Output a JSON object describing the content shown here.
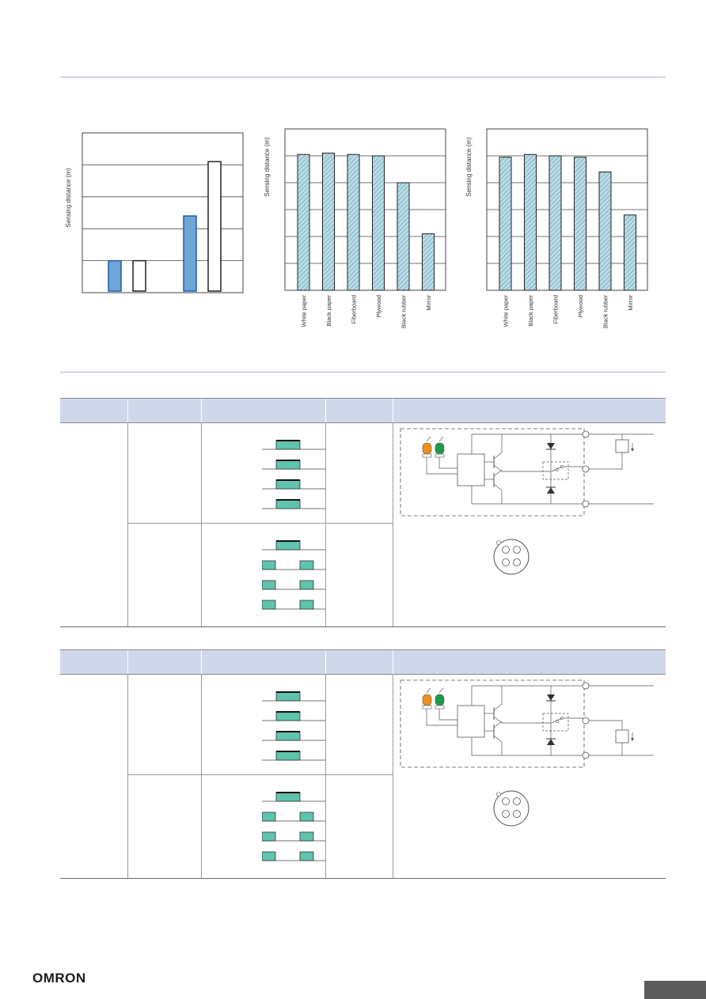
{
  "footer": {
    "brand": "OMRON"
  },
  "chart_data": [
    {
      "type": "bar",
      "ylabel": "Sensing distance (m)",
      "ylim": [
        0,
        5
      ],
      "grid": true,
      "y_gridlines": 5,
      "categories": [
        "",
        "",
        "",
        ""
      ],
      "values": [
        1.0,
        1.0,
        2.4,
        4.1
      ],
      "bar_styles": [
        "blue",
        "white",
        "blue",
        "white"
      ]
    },
    {
      "type": "bar",
      "ylabel": "Sensing distance (m)",
      "ylim": [
        0,
        6
      ],
      "grid": true,
      "y_gridlines": 6,
      "categories": [
        "White paper",
        "Black paper",
        "Fiberboard",
        "Plywood",
        "Black rubber",
        "Mirror"
      ],
      "values": [
        5.05,
        5.1,
        5.05,
        5.0,
        4.0,
        2.1
      ]
    },
    {
      "type": "bar",
      "ylabel": "Sensing distance (m)",
      "ylim": [
        0,
        6
      ],
      "grid": true,
      "y_gridlines": 6,
      "categories": [
        "White paper",
        "Black paper",
        "Fiberboard",
        "Plywood",
        "Black rubber",
        "Mirror"
      ],
      "values": [
        4.95,
        5.05,
        5.0,
        4.95,
        4.4,
        2.8
      ]
    }
  ],
  "tables": [
    {
      "timing_rows": [
        [
          "on",
          "on",
          "on",
          "on"
        ],
        [
          "on",
          "off",
          "off",
          "off"
        ]
      ]
    },
    {
      "timing_rows": [
        [
          "on",
          "on",
          "on",
          "on"
        ],
        [
          "on",
          "off",
          "off",
          "off"
        ]
      ]
    }
  ],
  "colors": {
    "bar_blue": "#6fa6d8",
    "bar_hatch": "#b9dce6",
    "pulse_teal": "#5fc3ad",
    "indicator_orange": "#f0901e",
    "indicator_green": "#1f9a4a",
    "header_bg": "#cfd7ea"
  }
}
